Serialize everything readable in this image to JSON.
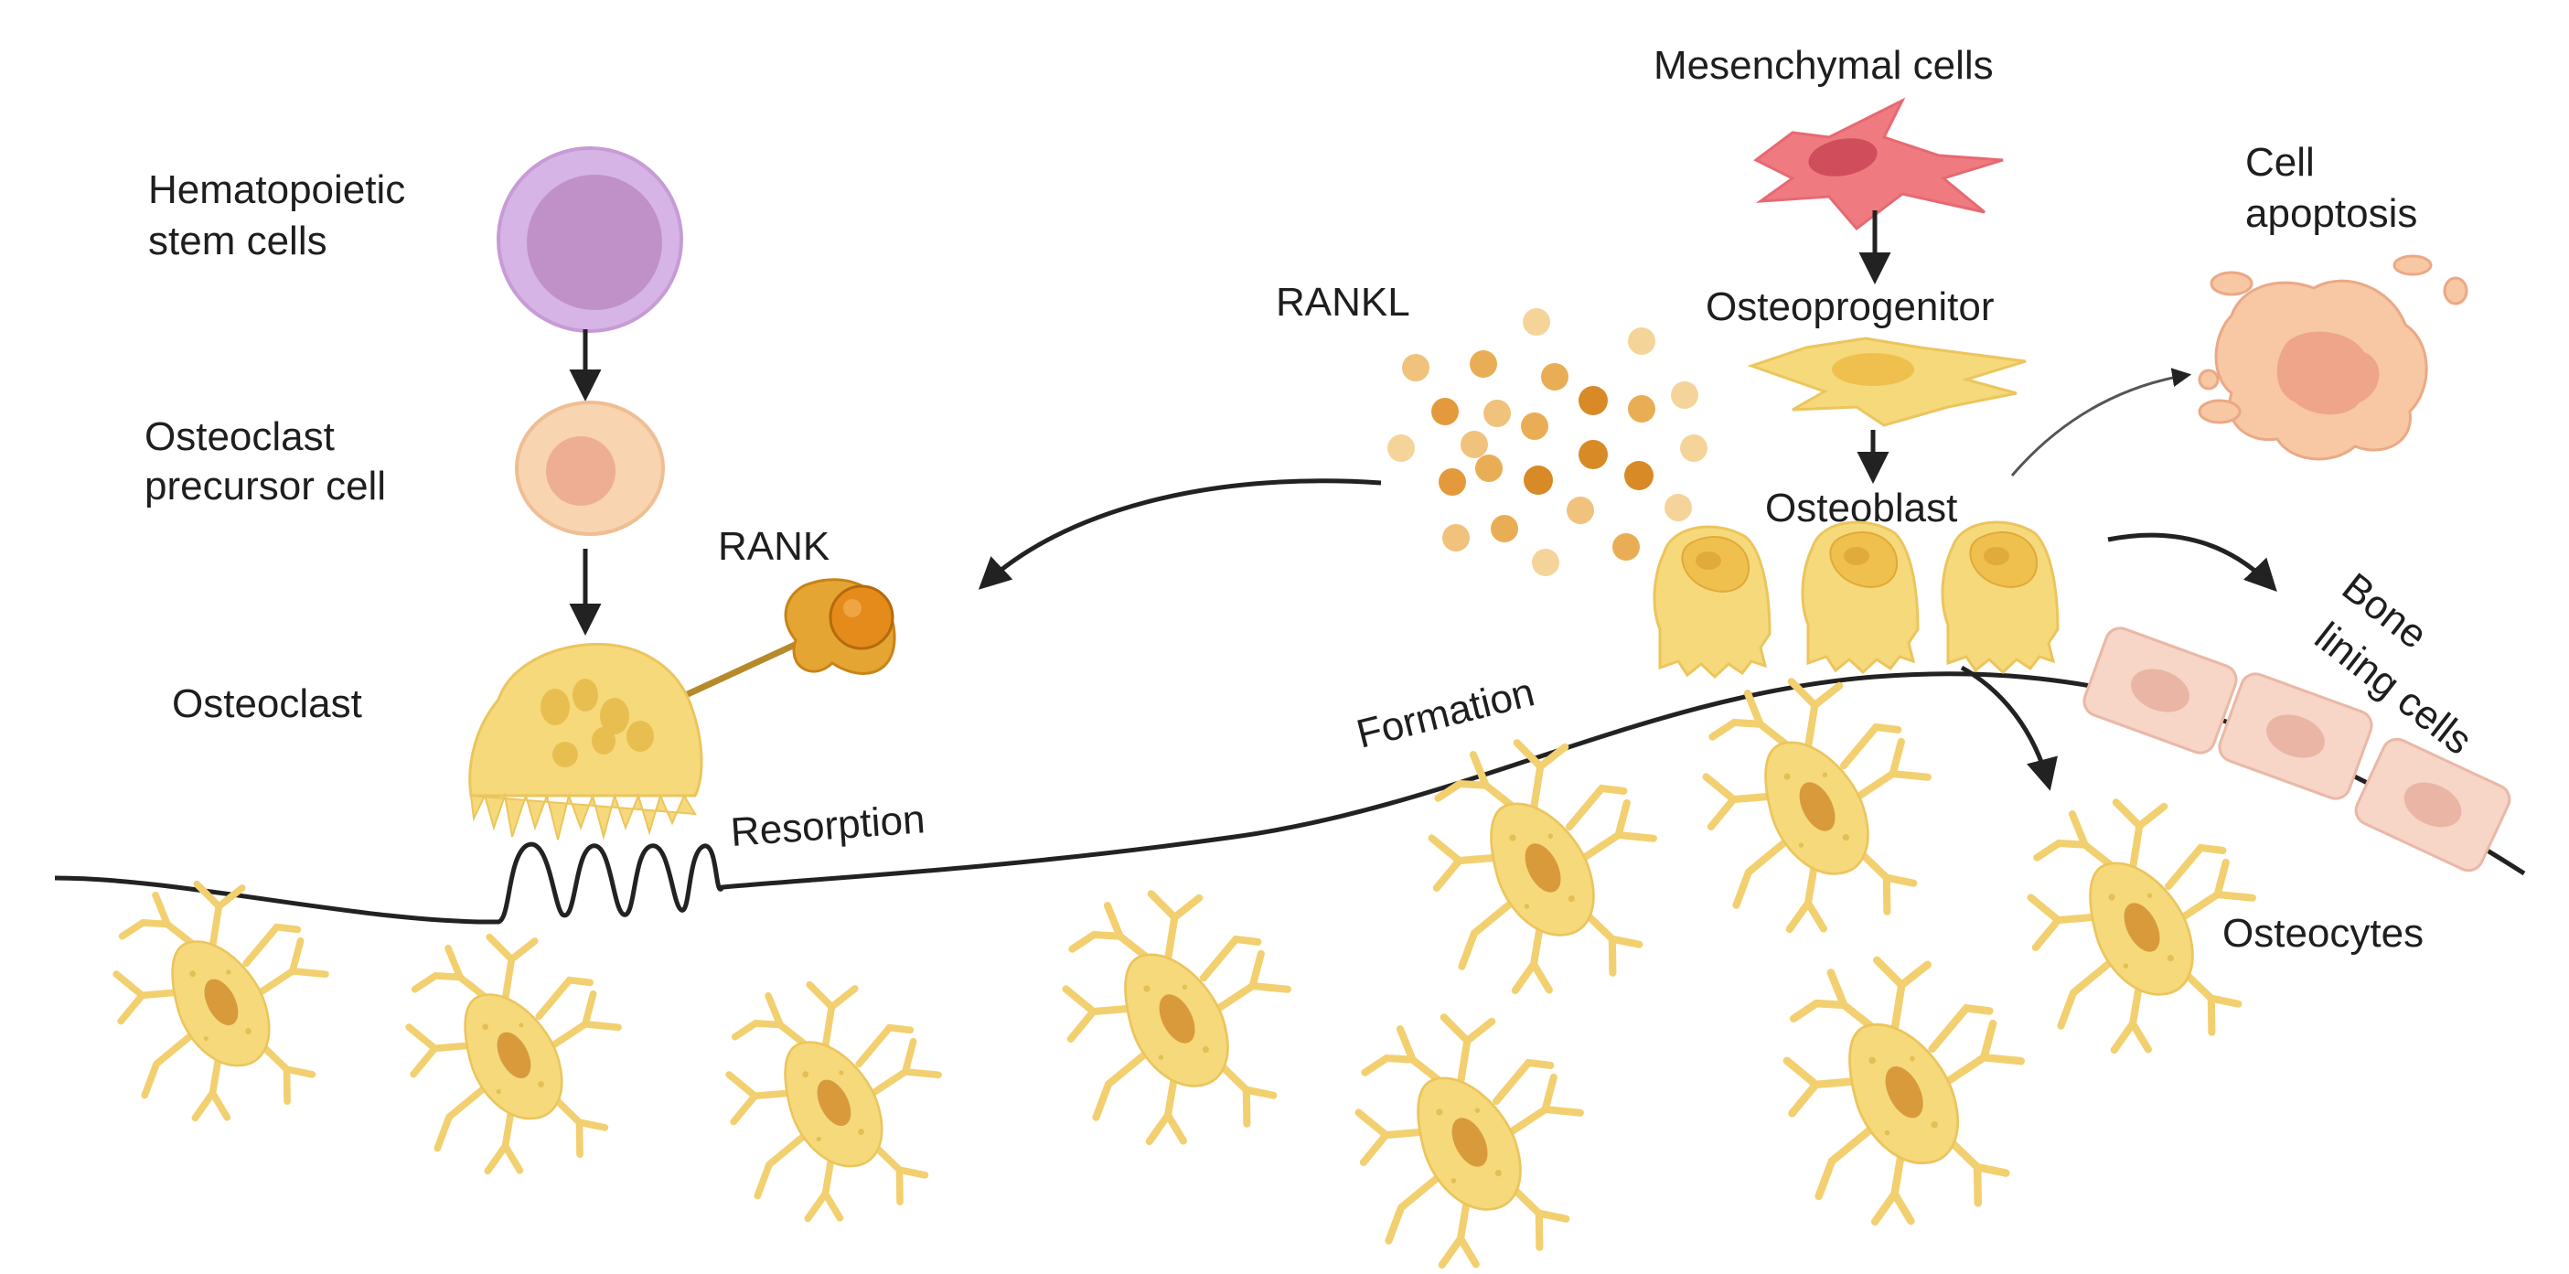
{
  "labels": {
    "hsc_line1": "Hematopoietic",
    "hsc_line2": "stem cells",
    "precursor_line1": "Osteoclast",
    "precursor_line2": "precursor cell",
    "osteoclast": "Osteoclast",
    "rank": "RANK",
    "rankl": "RANKL",
    "mesenchymal": "Mesenchymal cells",
    "osteoprogenitor": "Osteoprogenitor",
    "osteoblast": "Osteoblast",
    "apoptosis_line1": "Cell",
    "apoptosis_line2": "apoptosis",
    "bone_lining_line1": "Bone",
    "bone_lining_line2": "lining cells",
    "resorption": "Resorption",
    "formation": "Formation",
    "osteocytes": "Osteocytes"
  },
  "colors": {
    "hsc_outer": "#d7b4e6",
    "hsc_inner": "#c090c8",
    "precursor_outer": "#f8d4b0",
    "precursor_inner": "#eeae94",
    "cell_yellow": "#f6d97a",
    "cell_yellow_dark": "#e9c257",
    "nucleus": "#d99a3c",
    "mesenchymal": "#ef7b80",
    "mesenchymal_nucleus": "#d04e5c",
    "apoptosis": "#f8c7a4",
    "apoptosis_inner": "#eea58a",
    "lining": "#f7d5c7",
    "rank_orange": "#e58b1c",
    "line": "#222222"
  }
}
